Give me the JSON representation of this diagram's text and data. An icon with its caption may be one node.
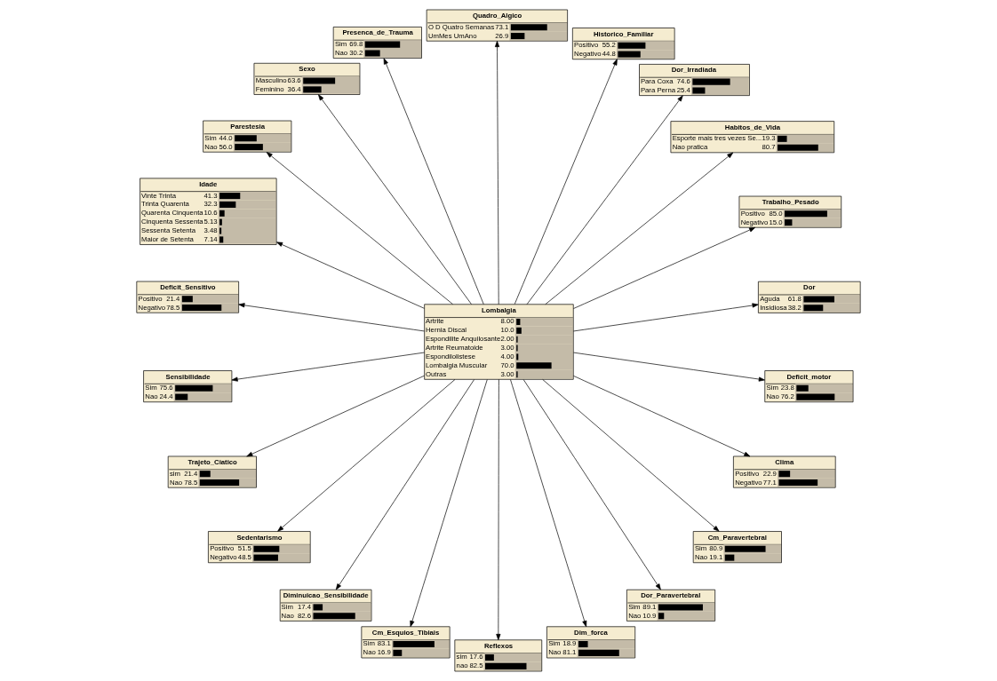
{
  "diagram": {
    "nodes": [
      {
        "text": [
          "Dor",
          "Aguda",
          "61.8",
          "Insidiosa",
          "38.2"
        ]
      },
      {
        "text": [
          "Trabalho_Pesado",
          "Positivo",
          "85.0",
          "Negativo",
          "15.0"
        ]
      },
      {
        "text": [
          "Habitos_de_Vida",
          "Esporte mais tres vezes Se...",
          "19.3",
          "Nao pratica",
          "80.7"
        ]
      },
      {
        "text": [
          "Dor_Irradiada",
          "Para Coxa",
          "74.6",
          "Para Perna",
          "25.4"
        ]
      },
      {
        "text": [
          "Historico_Familiar",
          "Positivo",
          "55.2",
          "Negativo",
          "44.8"
        ]
      },
      {
        "text": [
          "Quadro_Algico",
          "O D Quatro Semanas",
          "73.1",
          "UmMes UmAno",
          "26.9"
        ]
      },
      {
        "text": [
          "Presenca_de_Trauma",
          "Sim",
          "69.8",
          "Nao",
          "30.2"
        ]
      },
      {
        "text": [
          "Lombalgia",
          "Artrite",
          "8.00",
          "Hernia Discal",
          "10.0",
          "Espondilite Anquilosante",
          "2.00",
          "Artrite Reumatoide",
          "3.00",
          "Espondilolistese",
          "4.00",
          "Lombalgia Muscular",
          "70.0",
          "Outras",
          "3.00"
        ]
      },
      {
        "text": [
          "Sexo",
          "Masculino",
          "63.6",
          "Feminino",
          "36.4"
        ]
      },
      {
        "text": [
          "Parestesia",
          "Sim",
          "44.0",
          "Nao",
          "56.0"
        ]
      },
      {
        "text": [
          "Idade",
          "Vinte Trinta",
          "41.3",
          "Trinta Quarenta",
          "32.3",
          "Quarenta Cinquenta",
          "10.6",
          "Cinquenta Sessenta",
          "5.13",
          "Sessenta Setenta",
          "3.48",
          "Maior de Setenta",
          "7.14"
        ]
      },
      {
        "text": [
          "Deficit_Sensitivo",
          "Positivo",
          "21.4",
          "Negativo",
          "78.5"
        ]
      },
      {
        "text": [
          "Sensibilidade",
          "Sim",
          "75.6",
          "Nao",
          "24.4"
        ]
      },
      {
        "text": [
          "Trajeto_Ciatico",
          "sim",
          "21.4",
          "Nao",
          "78.5"
        ]
      },
      {
        "text": [
          "Sedentarismo",
          "Positivo",
          "51.5",
          "Negativo",
          "48.5"
        ]
      },
      {
        "text": [
          "Diminuicao_Sensibilidade",
          "Sim",
          "17.4",
          "Nao",
          "82.6"
        ]
      },
      {
        "text": [
          "Cm_Esquios_Tibiais",
          "Sim",
          "83.1",
          "Nao",
          "16.9"
        ]
      },
      {
        "text": [
          "Reflexos",
          "sim",
          "17.6",
          "nao",
          "82.5"
        ]
      },
      {
        "text": [
          "Dim_forca",
          "Sim",
          "18.9",
          "Nao",
          "81.1"
        ]
      },
      {
        "text": [
          "Dor_Paravertebral",
          "Sim",
          "89.1",
          "Nao",
          "10.9"
        ]
      },
      {
        "text": [
          "Cm_Paravertebral",
          "Sim",
          "80.9",
          "Nao",
          "19.1"
        ]
      },
      {
        "text": [
          "Clima",
          "Positivo",
          "22.9",
          "Negativo",
          "77.1"
        ]
      },
      {
        "text": [
          "Deficit_motor",
          "Sim",
          "23.8",
          "Nao",
          "76.2"
        ]
      }
    ],
    "edges": [
      {
        "from": 7,
        "to": 0,
        "arrow": "to"
      },
      {
        "from": 7,
        "to": 1,
        "arrow": "to"
      },
      {
        "from": 7,
        "to": 2,
        "arrow": "to"
      },
      {
        "from": 7,
        "to": 3,
        "arrow": "to"
      },
      {
        "from": 7,
        "to": 4,
        "arrow": "to"
      },
      {
        "from": 7,
        "to": 5,
        "arrow": "to"
      },
      {
        "from": 7,
        "to": 6,
        "arrow": "to"
      },
      {
        "from": 7,
        "to": 8,
        "arrow": "to"
      },
      {
        "from": 7,
        "to": 9,
        "arrow": "to"
      },
      {
        "from": 7,
        "to": 10,
        "arrow": "to"
      },
      {
        "from": 7,
        "to": 11,
        "arrow": "to"
      },
      {
        "from": 7,
        "to": 12,
        "arrow": "to"
      },
      {
        "from": 7,
        "to": 13,
        "arrow": "to"
      },
      {
        "from": 7,
        "to": 14,
        "arrow": "to"
      },
      {
        "from": 7,
        "to": 15,
        "arrow": "to"
      },
      {
        "from": 7,
        "to": 16,
        "arrow": "to"
      },
      {
        "from": 7,
        "to": 17,
        "arrow": "to"
      },
      {
        "from": 7,
        "to": 18,
        "arrow": "to"
      },
      {
        "from": 7,
        "to": 19,
        "arrow": "to"
      },
      {
        "from": 7,
        "to": 20,
        "arrow": "to"
      },
      {
        "from": 7,
        "to": 21,
        "arrow": "to"
      },
      {
        "from": 7,
        "to": 22,
        "arrow": "to"
      }
    ]
  }
}
